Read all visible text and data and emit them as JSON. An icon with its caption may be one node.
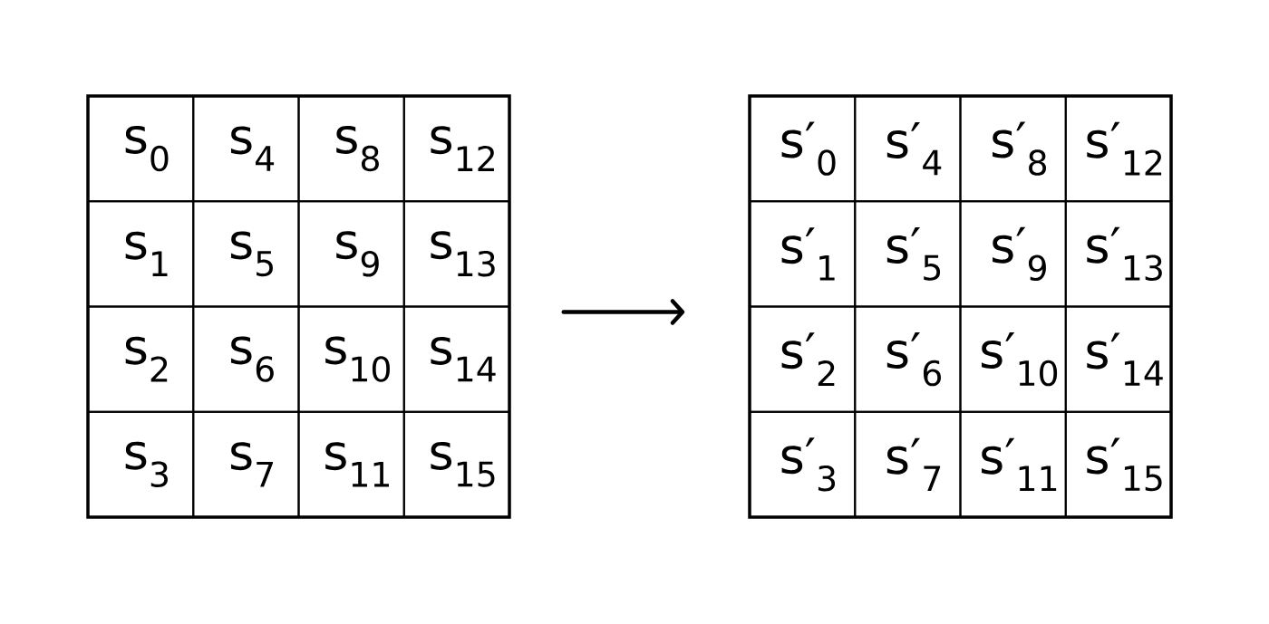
{
  "diagram": {
    "nodes": [
      {
        "text": [],
        "shape": "box"
      },
      {
        "text": [
          "s$_{0}$"
        ],
        "in": 0
      },
      {
        "text": [
          "s$_{4}$"
        ],
        "in": 0
      },
      {
        "text": [
          "s$_{8}$"
        ],
        "in": 0
      },
      {
        "text": [
          "s$_{12}$"
        ],
        "in": 0
      },
      {
        "text": [
          "s$_{1}$"
        ],
        "in": 0
      },
      {
        "text": [
          "s$_{5}$"
        ],
        "in": 0
      },
      {
        "text": [
          "s$_{9}$"
        ],
        "in": 0
      },
      {
        "text": [
          "s$_{13}$"
        ],
        "in": 0
      },
      {
        "text": [
          "s$_{2}$"
        ],
        "in": 0
      },
      {
        "text": [
          "s$_{6}$"
        ],
        "in": 0
      },
      {
        "text": [
          "s$_{10}$"
        ],
        "in": 0
      },
      {
        "text": [
          "s$_{14}$"
        ],
        "in": 0
      },
      {
        "text": [
          "s$_{3}$"
        ],
        "in": 0
      },
      {
        "text": [
          "s$_{7}$"
        ],
        "in": 0
      },
      {
        "text": [
          "s$_{11}$"
        ],
        "in": 0
      },
      {
        "text": [
          "s$_{15}$"
        ],
        "in": 0
      },
      {
        "text": [],
        "shape": "box"
      },
      {
        "text": [
          "s′$_{0}$"
        ],
        "in": 17
      },
      {
        "text": [
          "s′$_{4}$"
        ],
        "in": 17
      },
      {
        "text": [
          "s′$_{8}$"
        ],
        "in": 17
      },
      {
        "text": [
          "s′$_{12}$"
        ],
        "in": 17
      },
      {
        "text": [
          "s′$_{1}$"
        ],
        "in": 17
      },
      {
        "text": [
          "s′$_{5}$"
        ],
        "in": 17
      },
      {
        "text": [
          "s′$_{9}$"
        ],
        "in": 17
      },
      {
        "text": [
          "s′$_{13}$"
        ],
        "in": 17
      },
      {
        "text": [
          "s′$_{2}$"
        ],
        "in": 17
      },
      {
        "text": [
          "s′$_{6}$"
        ],
        "in": 17
      },
      {
        "text": [
          "s′$_{10}$"
        ],
        "in": 17
      },
      {
        "text": [
          "s′$_{14}$"
        ],
        "in": 17
      },
      {
        "text": [
          "s′$_{3}$"
        ],
        "in": 17
      },
      {
        "text": [
          "s′$_{7}$"
        ],
        "in": 17
      },
      {
        "text": [
          "s′$_{11}$"
        ],
        "in": 17
      },
      {
        "text": [
          "s′$_{15}$"
        ],
        "in": 17
      }
    ],
    "edges": [
      {
        "from": 0,
        "to": 17,
        "arrow": "to"
      }
    ]
  }
}
